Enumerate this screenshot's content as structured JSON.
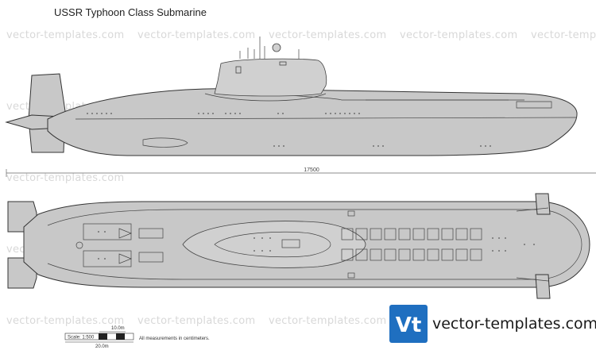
{
  "title": "USSR Typhoon Class Submarine",
  "watermark": "vector-templates.com",
  "dimension_label": "17500",
  "scale": {
    "top_label": "10.0m",
    "box_label": "Scale: 1:500",
    "bottom_label": "20.0m",
    "note": "All measurements in centimeters."
  },
  "logo": {
    "mark": "Vt",
    "text": "vector-templates.com",
    "color": "#1f6fc0"
  }
}
